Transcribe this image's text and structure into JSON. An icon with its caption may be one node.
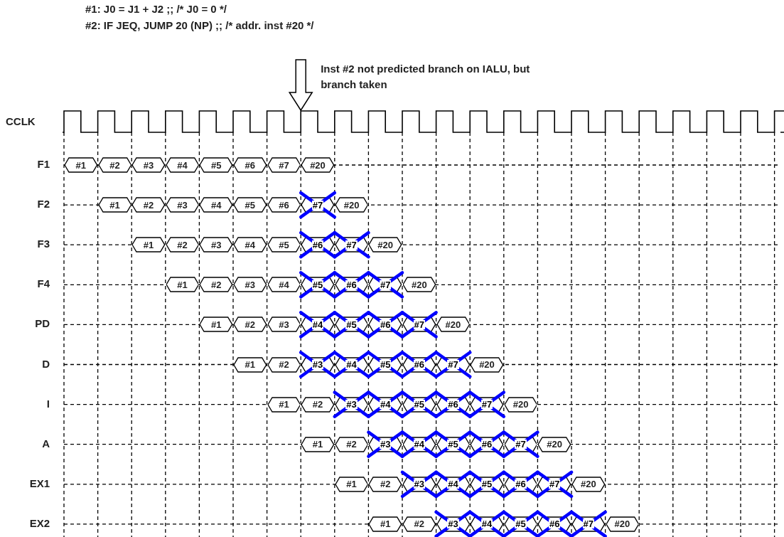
{
  "diagram": {
    "nodes": [
      {
        "text": [
          "#1"
        ]
      },
      {
        "text": [
          "#2"
        ]
      },
      {
        "text": [
          "#3"
        ]
      },
      {
        "text": [
          "#4"
        ]
      },
      {
        "text": [
          "#5"
        ]
      },
      {
        "text": [
          "#6"
        ]
      },
      {
        "text": [
          "#7"
        ]
      },
      {
        "text": [
          "#20"
        ]
      },
      {
        "text": [
          "#1"
        ]
      },
      {
        "text": [
          "#2"
        ]
      },
      {
        "text": [
          "#3"
        ]
      },
      {
        "text": [
          "#4"
        ]
      },
      {
        "text": [
          "#5"
        ]
      },
      {
        "text": [
          "#6"
        ]
      },
      {
        "text": [
          "#7"
        ]
      },
      {
        "text": [
          "#20"
        ]
      },
      {
        "text": [
          "#1"
        ]
      },
      {
        "text": [
          "#2"
        ]
      },
      {
        "text": [
          "#3"
        ]
      },
      {
        "text": [
          "#4"
        ]
      },
      {
        "text": [
          "#5"
        ]
      },
      {
        "text": [
          "#6"
        ]
      },
      {
        "text": [
          "#7"
        ]
      },
      {
        "text": [
          "#20"
        ]
      },
      {
        "text": [
          "#1"
        ]
      },
      {
        "text": [
          "#2"
        ]
      },
      {
        "text": [
          "#3"
        ]
      },
      {
        "text": [
          "#4"
        ]
      },
      {
        "text": [
          "#5"
        ]
      },
      {
        "text": [
          "#6"
        ]
      },
      {
        "text": [
          "#7"
        ]
      },
      {
        "text": [
          "#20"
        ]
      },
      {
        "text": [
          "#1"
        ]
      },
      {
        "text": [
          "#2"
        ]
      },
      {
        "text": [
          "#3"
        ]
      },
      {
        "text": [
          "#4"
        ]
      },
      {
        "text": [
          "#5"
        ]
      },
      {
        "text": [
          "#6"
        ]
      },
      {
        "text": [
          "#7"
        ]
      },
      {
        "text": [
          "#20"
        ]
      },
      {
        "text": [
          "#1"
        ]
      },
      {
        "text": [
          "#2"
        ]
      },
      {
        "text": [
          "#3"
        ]
      },
      {
        "text": [
          "#4"
        ]
      },
      {
        "text": [
          "#5"
        ]
      },
      {
        "text": [
          "#6"
        ]
      },
      {
        "text": [
          "#7"
        ]
      },
      {
        "text": [
          "#20"
        ]
      },
      {
        "text": [
          "#1"
        ]
      },
      {
        "text": [
          "#2"
        ]
      },
      {
        "text": [
          "#3"
        ]
      },
      {
        "text": [
          "#4"
        ]
      },
      {
        "text": [
          "#5"
        ]
      },
      {
        "text": [
          "#6"
        ]
      },
      {
        "text": [
          "#7"
        ]
      },
      {
        "text": [
          "#20"
        ]
      },
      {
        "text": [
          "#1"
        ]
      },
      {
        "text": [
          "#2"
        ]
      },
      {
        "text": [
          "#3"
        ]
      },
      {
        "text": [
          "#4"
        ]
      },
      {
        "text": [
          "#5"
        ]
      },
      {
        "text": [
          "#6"
        ]
      },
      {
        "text": [
          "#7"
        ]
      },
      {
        "text": [
          "#20"
        ]
      },
      {
        "text": [
          "#1"
        ]
      },
      {
        "text": [
          "#2"
        ]
      },
      {
        "text": [
          "#3"
        ]
      },
      {
        "text": [
          "#4"
        ]
      },
      {
        "text": [
          "#5"
        ]
      },
      {
        "text": [
          "#6"
        ]
      },
      {
        "text": [
          "#7"
        ]
      },
      {
        "text": [
          "#20"
        ]
      },
      {
        "text": [
          "#1"
        ]
      },
      {
        "text": [
          "#2"
        ]
      },
      {
        "text": [
          "#3"
        ]
      },
      {
        "text": [
          "#4"
        ]
      },
      {
        "text": [
          "#5"
        ]
      },
      {
        "text": [
          "#6"
        ]
      },
      {
        "text": [
          "#7"
        ]
      },
      {
        "text": [
          "#20"
        ]
      }
    ],
    "labels": [
      "#1: J0 = J1 + J2 ;; /* J0 = 0  */",
      "#2: IF JEQ, JUMP 20 (NP) ;; /* addr. inst #20 */",
      "Inst #2 not predicted branch on IALU, but branch taken",
      "CCLK",
      "F1",
      "F2",
      "F3",
      "F4",
      "PD",
      "D",
      "I",
      "A",
      "EX1",
      "EX2"
    ]
  }
}
